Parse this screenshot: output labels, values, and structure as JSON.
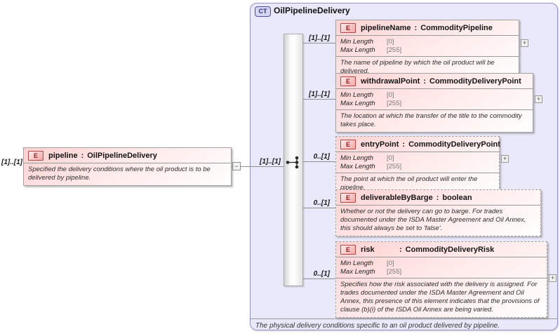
{
  "symbols": {
    "plus": "+",
    "minus": "−"
  },
  "colors": {
    "container_bg": "#e9e9fb",
    "container_border": "#9494c6",
    "element_fill": "#ffd2d2",
    "element_border": "#a2a2a2",
    "badge_element_border": "#b04848",
    "badge_ct_border": "#4f4f9b",
    "connector": "#8f8f8f"
  },
  "root_element": {
    "outer_cardinality": "[1]..[1]",
    "badge": "E",
    "name": "pipeline",
    "colon": ":",
    "type": "OilPipelineDelivery",
    "description": "Specified the delivery conditions where the oil product is to be delivered by pipeline."
  },
  "complex_type": {
    "badge": "CT",
    "title": "OilPipelineDelivery",
    "compositor": "sequence",
    "compositor_cardinality": "[1]..[1]",
    "footer": "The physical delivery conditions specific to an oil product delivered by pipeline."
  },
  "facet_labels": {
    "min": "Min Length",
    "max": "Max Length"
  },
  "children": [
    {
      "cardinality": "[1]..[1]",
      "badge": "E",
      "name": "pipelineName",
      "colon": ":",
      "type": "CommodityPipeline",
      "min_value": "[0]",
      "max_value": "[255]",
      "description": "The name of pipeline by which the oil product will be delivered."
    },
    {
      "cardinality": "[1]..[1]",
      "badge": "E",
      "name": "withdrawalPoint",
      "colon": ":",
      "type": "CommodityDeliveryPoint",
      "min_value": "[0]",
      "max_value": "[255]",
      "description": "The location at which the transfer of the title to the commodity takes place."
    },
    {
      "cardinality": "0..[1]",
      "badge": "E",
      "name": "entryPoint",
      "colon": ":",
      "type": "CommodityDeliveryPoint",
      "min_value": "[0]",
      "max_value": "[255]",
      "description": "The point at which the oil product will enter the pipeline."
    },
    {
      "cardinality": "0..[1]",
      "badge": "E",
      "name": "deliverableByBarge",
      "colon": ":",
      "type": "boolean",
      "description": "Whether or not the delivery can go to barge. For trades documented under the ISDA Master Agreement and Oil Annex, this should always be set to 'false'."
    },
    {
      "cardinality": "0..[1]",
      "badge": "E",
      "name": "risk",
      "colon": ":",
      "type": "CommodityDeliveryRisk",
      "min_value": "[0]",
      "max_value": "[255]",
      "description": "Specifies how the risk associated with the delivery is assigned. For trades documented under the ISDA Master Agreement and Oil Annex, this presence of this element indicates that the provisions of clause (b)(i) of the ISDA Oil Annex are being varied."
    }
  ]
}
